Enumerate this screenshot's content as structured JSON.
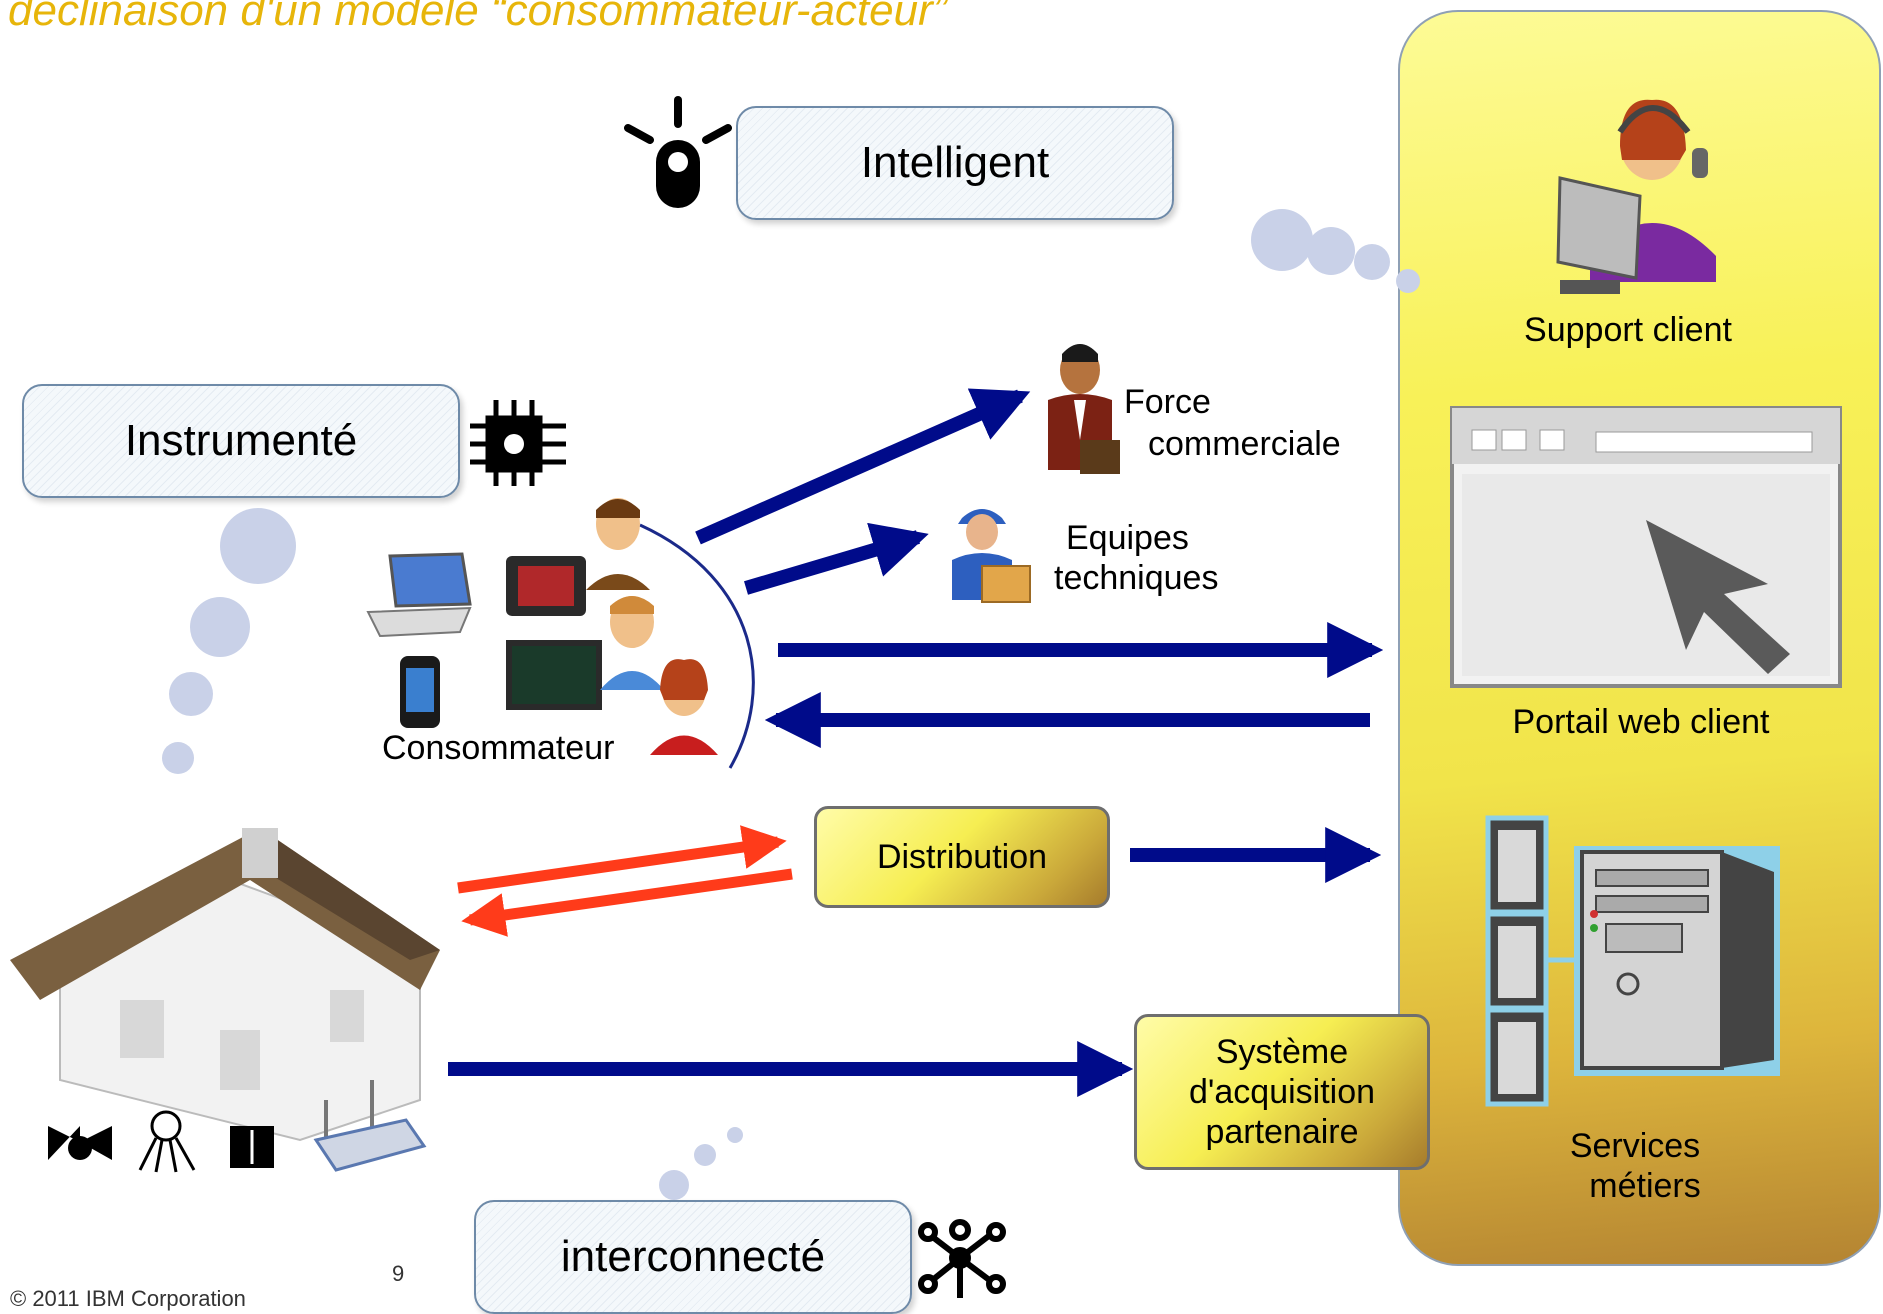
{
  "title": "déclinaison d'un modèle “consommateur-acteur”",
  "concepts": {
    "intelligent": "Intelligent",
    "instrumente": "Instrumenté",
    "interconnecte": "interconnecté"
  },
  "actors": {
    "force_line1": "Force",
    "force_line2": "commerciale",
    "equipes_line1": "Equipes",
    "equipes_line2": "techniques",
    "consommateur": "Consommateur"
  },
  "boxes": {
    "distribution": "Distribution",
    "systeme_line1": "Système",
    "systeme_line2": "d'acquisition",
    "systeme_line3": "partenaire"
  },
  "panel": {
    "support": "Support client",
    "portail": "Portail web client",
    "services_line1": "Services",
    "services_line2": "métiers"
  },
  "footer": {
    "copyright": "© 2011  IBM Corporation",
    "page": "9"
  },
  "colors": {
    "arrow_navy": "#000b8a",
    "arrow_red": "#ff3b1a",
    "title": "#e7b50a",
    "bubble": "#c9d1e8"
  }
}
